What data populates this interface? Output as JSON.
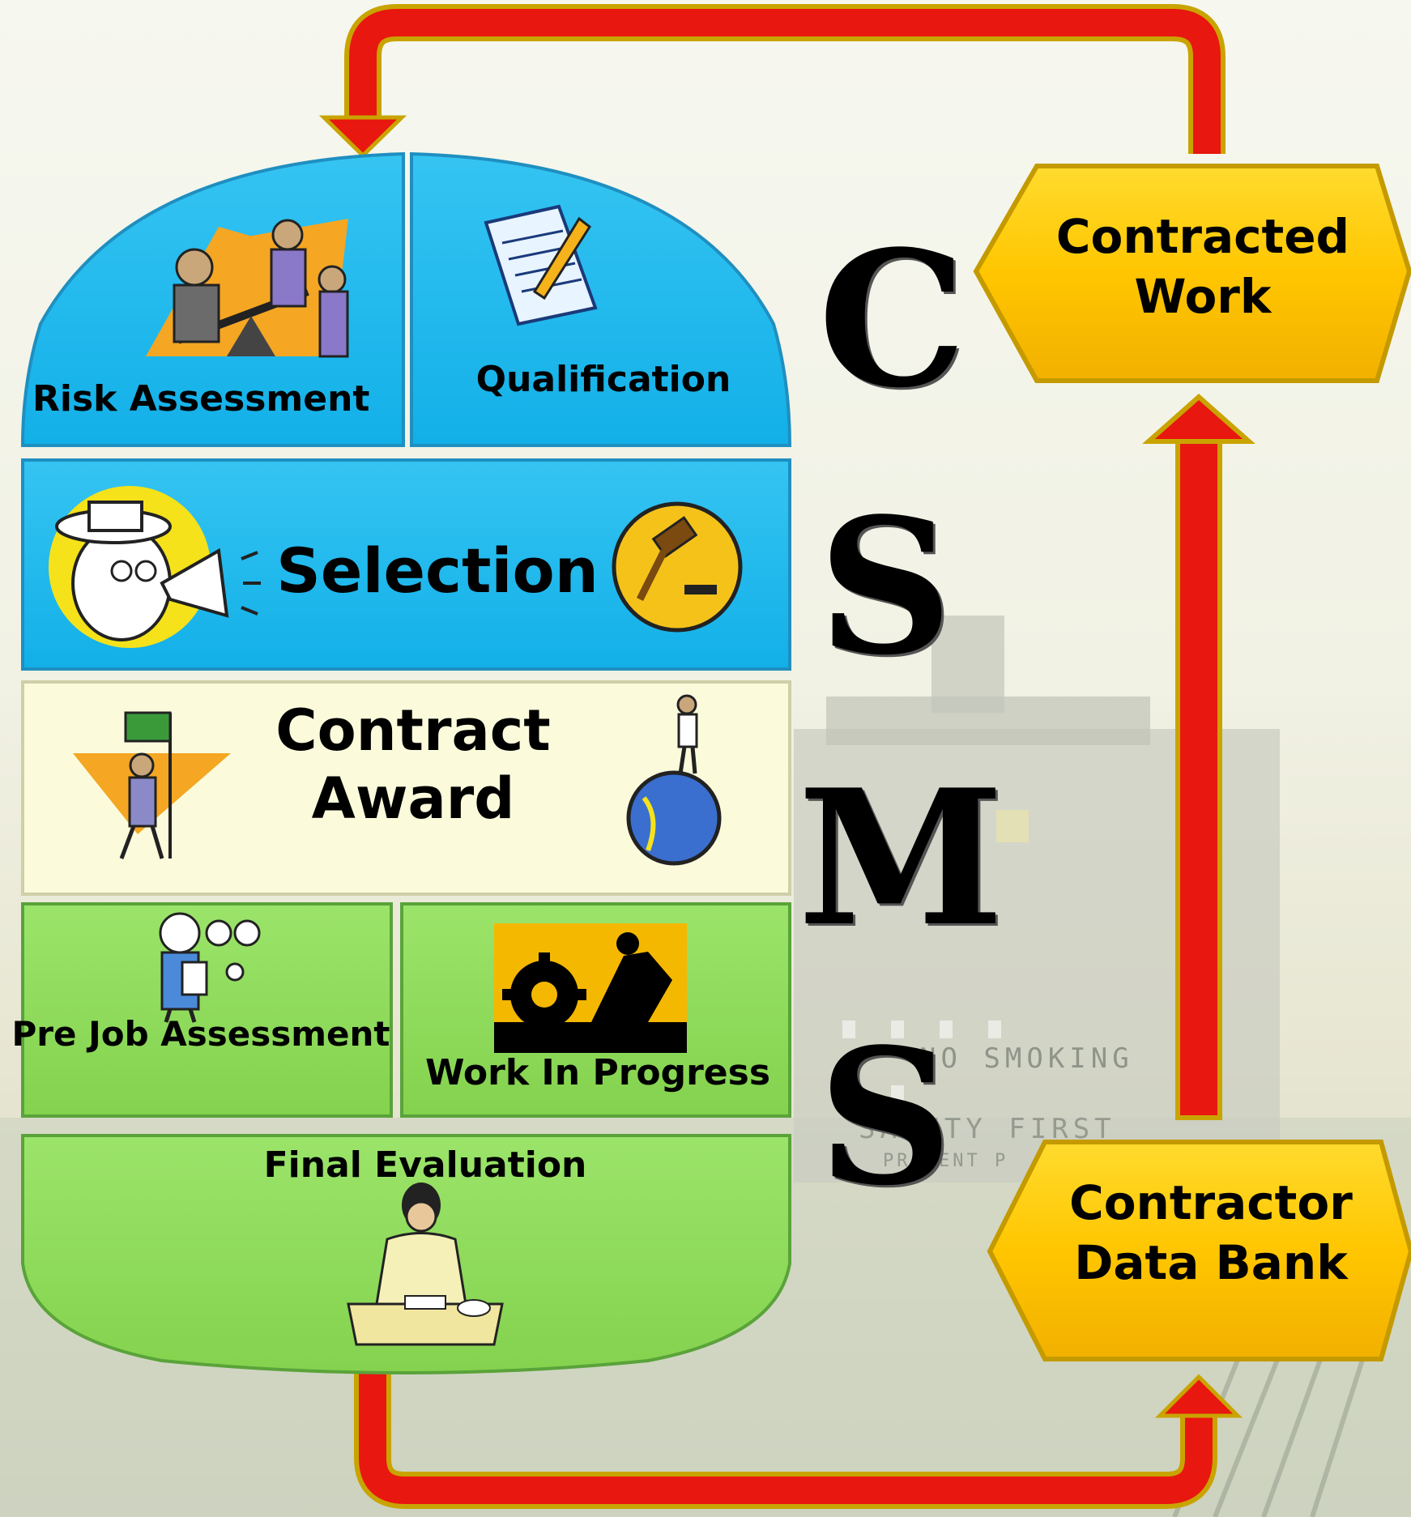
{
  "diagram": {
    "risk_assessment": "Risk Assessment",
    "qualification": "Qualification",
    "selection": "Selection",
    "contract_award_line1": "Contract",
    "contract_award_line2": "Award",
    "pre_job_assessment": "Pre Job Assessment",
    "work_in_progress": "Work In Progress",
    "final_evaluation": "Final Evaluation",
    "contracted_work_line1": "Contracted",
    "contracted_work_line2": "Work",
    "contractor_data_bank_line1": "Contractor",
    "contractor_data_bank_line2": "Data Bank",
    "csms_letters": [
      "C",
      "S",
      "M",
      "S"
    ],
    "background_sign_1": "NO SMOKING",
    "background_sign_2": "SAFETY FIRST",
    "background_sign_3": "PREVENT P"
  },
  "colors": {
    "cyan_block": "#22b9ee",
    "cream_block": "#fbfbdc",
    "green_block": "#8fdc5a",
    "hexagon_gold": "#ffc800",
    "arrow_red": "#e8170f",
    "arrow_outline": "#d4b000"
  }
}
